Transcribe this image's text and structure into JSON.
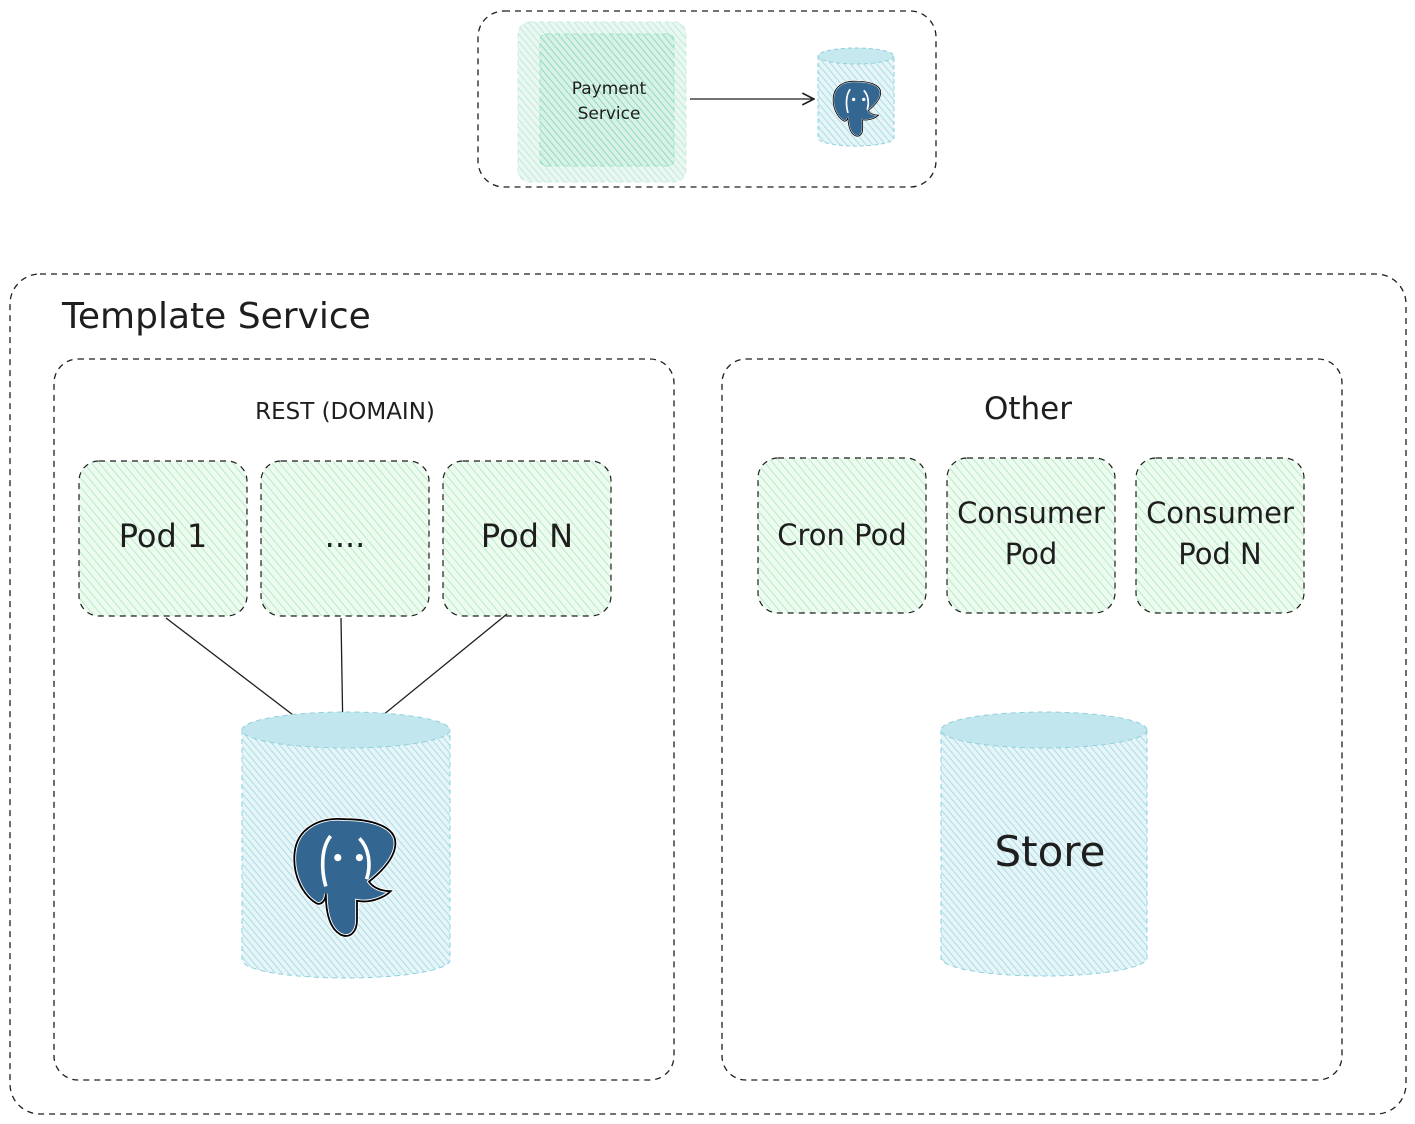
{
  "top_group": {
    "service_label_line1": "Payment",
    "service_label_line2": "Service",
    "db_icon": "postgresql-elephant-icon"
  },
  "template_service": {
    "title": "Template Service",
    "rest_group": {
      "title": "REST (DOMAIN)",
      "pods": [
        "Pod 1",
        "....",
        "Pod N"
      ],
      "db_icon": "postgresql-elephant-icon"
    },
    "other_group": {
      "title": "Other",
      "pods": [
        {
          "line1": "Cron Pod",
          "line2": ""
        },
        {
          "line1": "Consumer",
          "line2": "Pod"
        },
        {
          "line1": "Consumer",
          "line2": "Pod N"
        }
      ],
      "store_label": "Store"
    }
  },
  "colors": {
    "pod_fill": "#b2f2bb",
    "service_fill": "#96e6c0",
    "db_fill": "#a5d8e6",
    "stroke": "#1e1e1e",
    "elephant": "#336791"
  }
}
